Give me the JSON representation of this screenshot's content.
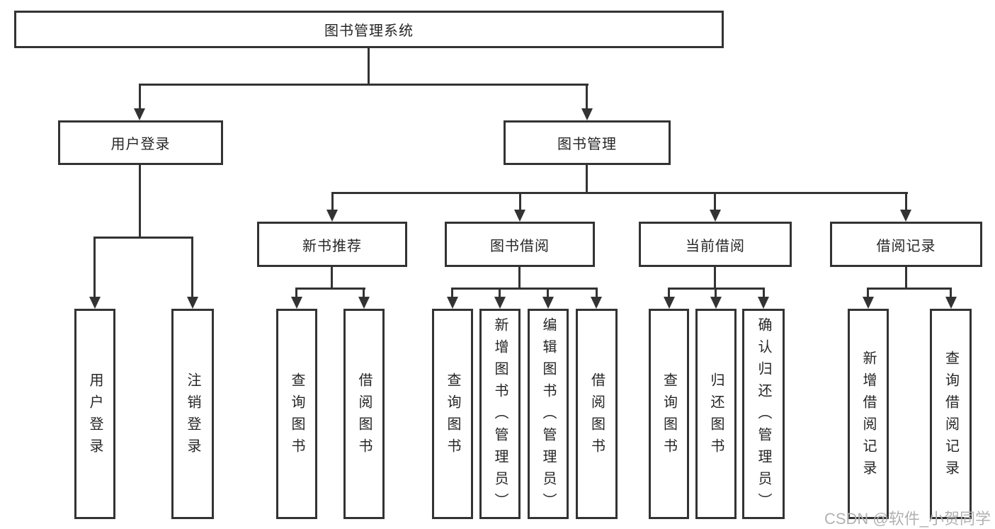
{
  "colors": {
    "line": "#333333",
    "text": "#262626",
    "watermark": "#b2b2b2"
  },
  "nodes": {
    "root": {
      "label": "图书管理系统"
    },
    "l2": [
      {
        "label": "用户登录"
      },
      {
        "label": "图书管理"
      }
    ],
    "l3": [
      {
        "label": "新书推荐"
      },
      {
        "label": "图书借阅"
      },
      {
        "label": "当前借阅"
      },
      {
        "label": "借阅记录"
      }
    ],
    "leaves": [
      {
        "label": "用户登录"
      },
      {
        "label": "注销登录"
      },
      {
        "label": "查询图书"
      },
      {
        "label": "借阅图书"
      },
      {
        "label": "查询图书"
      },
      {
        "label": "新增图书（管理员）"
      },
      {
        "label": "编辑图书（管理员）"
      },
      {
        "label": "借阅图书"
      },
      {
        "label": "查询图书"
      },
      {
        "label": "归还图书"
      },
      {
        "label": "确认归还（管理员）"
      },
      {
        "label": "新增借阅记录"
      },
      {
        "label": "查询借阅记录"
      }
    ]
  },
  "watermark": {
    "text": "CSDN @软件_小贺同学"
  }
}
